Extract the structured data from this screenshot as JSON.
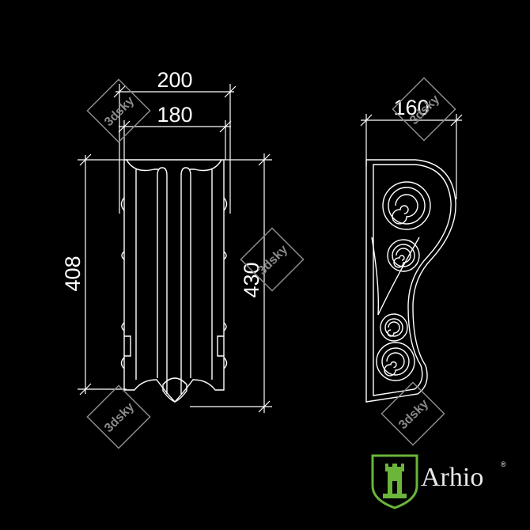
{
  "drawing": {
    "front_view": {
      "width_outer": "200",
      "width_inner": "180",
      "height_left": "408",
      "height_right": "430"
    },
    "side_view": {
      "width": "160"
    }
  },
  "watermark": {
    "text": "3dsky"
  },
  "logo": {
    "name": "Arhio",
    "registered": "®"
  },
  "colors": {
    "background": "#000000",
    "line": "#ffffff",
    "watermark": "#8a8a8a",
    "logo_green": "#6ab53a"
  }
}
